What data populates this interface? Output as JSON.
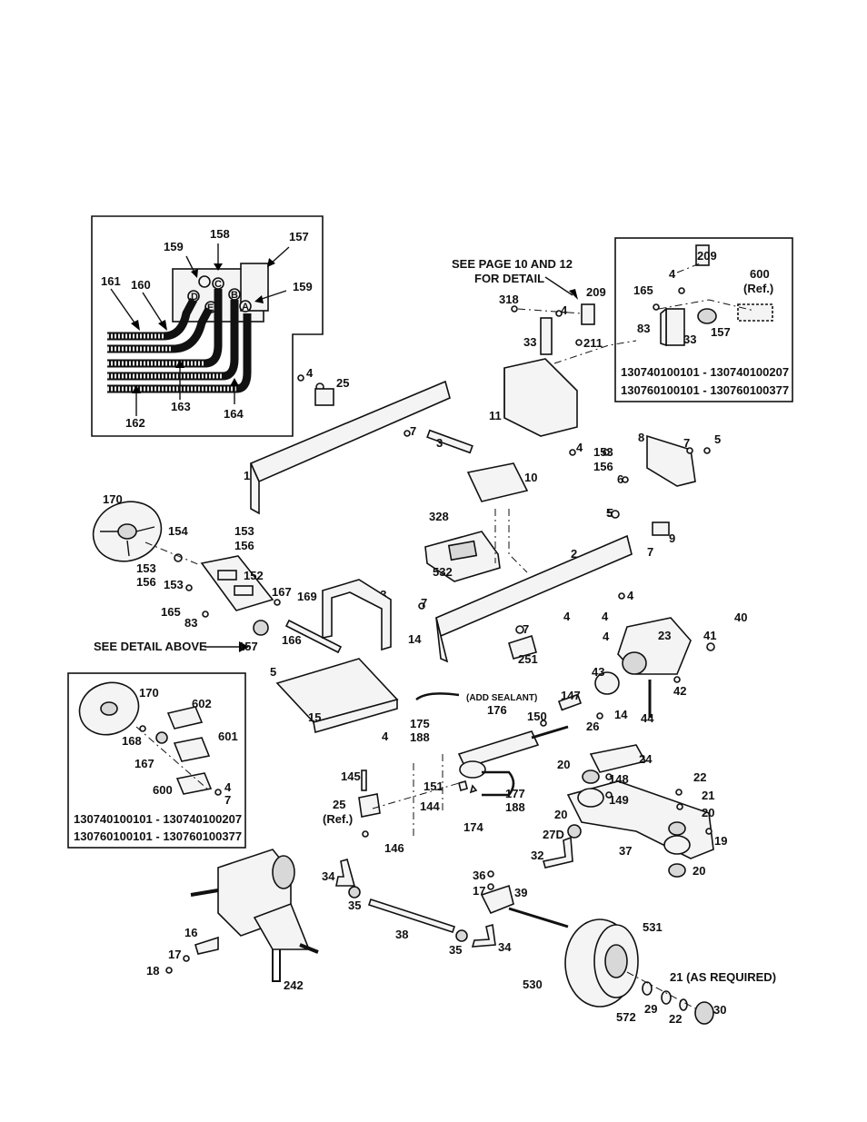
{
  "labels": {
    "top_detail": [
      "158",
      "157",
      "159",
      "159",
      "161",
      "160",
      "163",
      "162",
      "164"
    ],
    "hose_ports": [
      "C",
      "D",
      "B",
      "E",
      "A"
    ],
    "center": [
      "4",
      "25",
      "7",
      "3",
      "1",
      "11",
      "153",
      "156",
      "4",
      "10",
      "209",
      "318",
      "4",
      "33",
      "211"
    ],
    "see_page": [
      "SEE PAGE 10 AND 12",
      "FOR DETAIL"
    ],
    "inset_right": [
      "209",
      "4",
      "600",
      "(Ref.)",
      "165",
      "83",
      "33",
      "157"
    ],
    "inset_right_serials": [
      "130740100101 - 130740100207",
      "130760100101 - 130760100377"
    ],
    "right_bracket": [
      "8",
      "7",
      "5",
      "6",
      "5",
      "9",
      "7"
    ],
    "steering": [
      "170",
      "154",
      "153",
      "156",
      "153",
      "156",
      "152",
      "153",
      "165",
      "83",
      "167",
      "169",
      "166",
      "13",
      "14",
      "157"
    ],
    "middle": [
      "328",
      "532",
      "2",
      "7",
      "4",
      "4",
      "4",
      "4",
      "5",
      "7",
      "251"
    ],
    "see_detail_above": "SEE DETAIL ABOVE",
    "lower_center": [
      "5",
      "15",
      "4",
      "175",
      "188",
      "(ADD SEALANT)",
      "176",
      "150",
      "147",
      "43",
      "23",
      "41",
      "40",
      "42",
      "44",
      "14",
      "26",
      "24"
    ],
    "inset_left": [
      "170",
      "602",
      "168",
      "601",
      "167",
      "600",
      "4",
      "7"
    ],
    "inset_left_serials": [
      "130740100101 - 130740100207",
      "130760100101 - 130760100377"
    ],
    "cylinder": [
      "145",
      "151",
      "144",
      "174",
      "177",
      "188",
      "25",
      "(Ref.)",
      "146"
    ],
    "axle": [
      "20",
      "148",
      "149",
      "22",
      "21",
      "20",
      "20",
      "27D",
      "19",
      "37",
      "32",
      "20"
    ],
    "bottom": [
      "34",
      "36",
      "17",
      "39",
      "35",
      "38",
      "35",
      "34",
      "16",
      "17",
      "18",
      "242",
      "531",
      "530",
      "21 (AS REQUIRED)",
      "29",
      "22",
      "30",
      "572"
    ]
  }
}
